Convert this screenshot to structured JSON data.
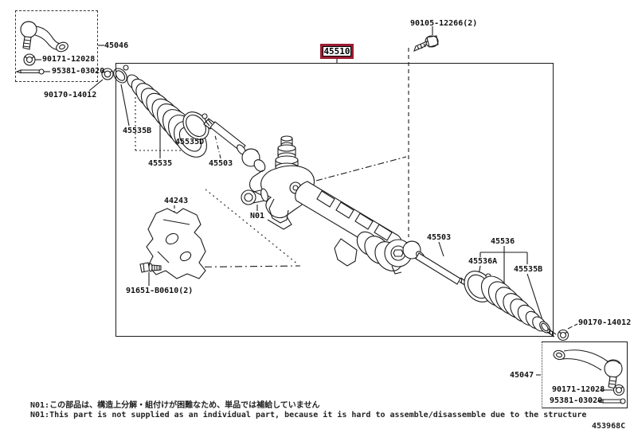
{
  "page": {
    "doc_code": "453968C",
    "background": "#ffffff",
    "line_color": "#1b1b1b"
  },
  "highlight": {
    "part": "45510",
    "color": "#9b1c31",
    "meaning": "selected-part"
  },
  "groups": {
    "tie_rod_left": {
      "assembly": "45046",
      "lock_nut": "90170-14012",
      "items": [
        {
          "part": "90171-12028",
          "icon": "castle-nut-icon"
        },
        {
          "part": "95381-03020",
          "icon": "cotter-pin-icon"
        }
      ]
    },
    "gear_assembly": {
      "part": "45510",
      "mount_bolt": "90105-12266(2)",
      "mount_bolt_icon": "bolt-icon"
    },
    "boot_left": {
      "clamp": "45535B",
      "clip": "45535D",
      "boot": "45535"
    },
    "inner_rod_left": {
      "part": "45503"
    },
    "bracket": {
      "part": "44243",
      "bolt": "91651-B0610(2)",
      "bolt_icon": "bolt-icon"
    },
    "grommet": {
      "part": "N01"
    },
    "inner_rod_right": {
      "part": "45503"
    },
    "boot_right": {
      "assembly": "45536",
      "clamp_large": "45536A",
      "clamp_small": "45535B"
    },
    "tie_rod_right": {
      "assembly": "45047",
      "lock_nut": "90170-14012",
      "items": [
        {
          "part": "90171-12028",
          "icon": "castle-nut-icon"
        },
        {
          "part": "95381-03020",
          "icon": "cotter-pin-icon"
        }
      ]
    }
  },
  "notes": {
    "japanese": "N01:この部品は、構造上分解・組付けが困難なため、単品では補給していません",
    "english": "N01:This part is not supplied as an individual part, because it is hard to assemble/disassemble due to the structure"
  }
}
